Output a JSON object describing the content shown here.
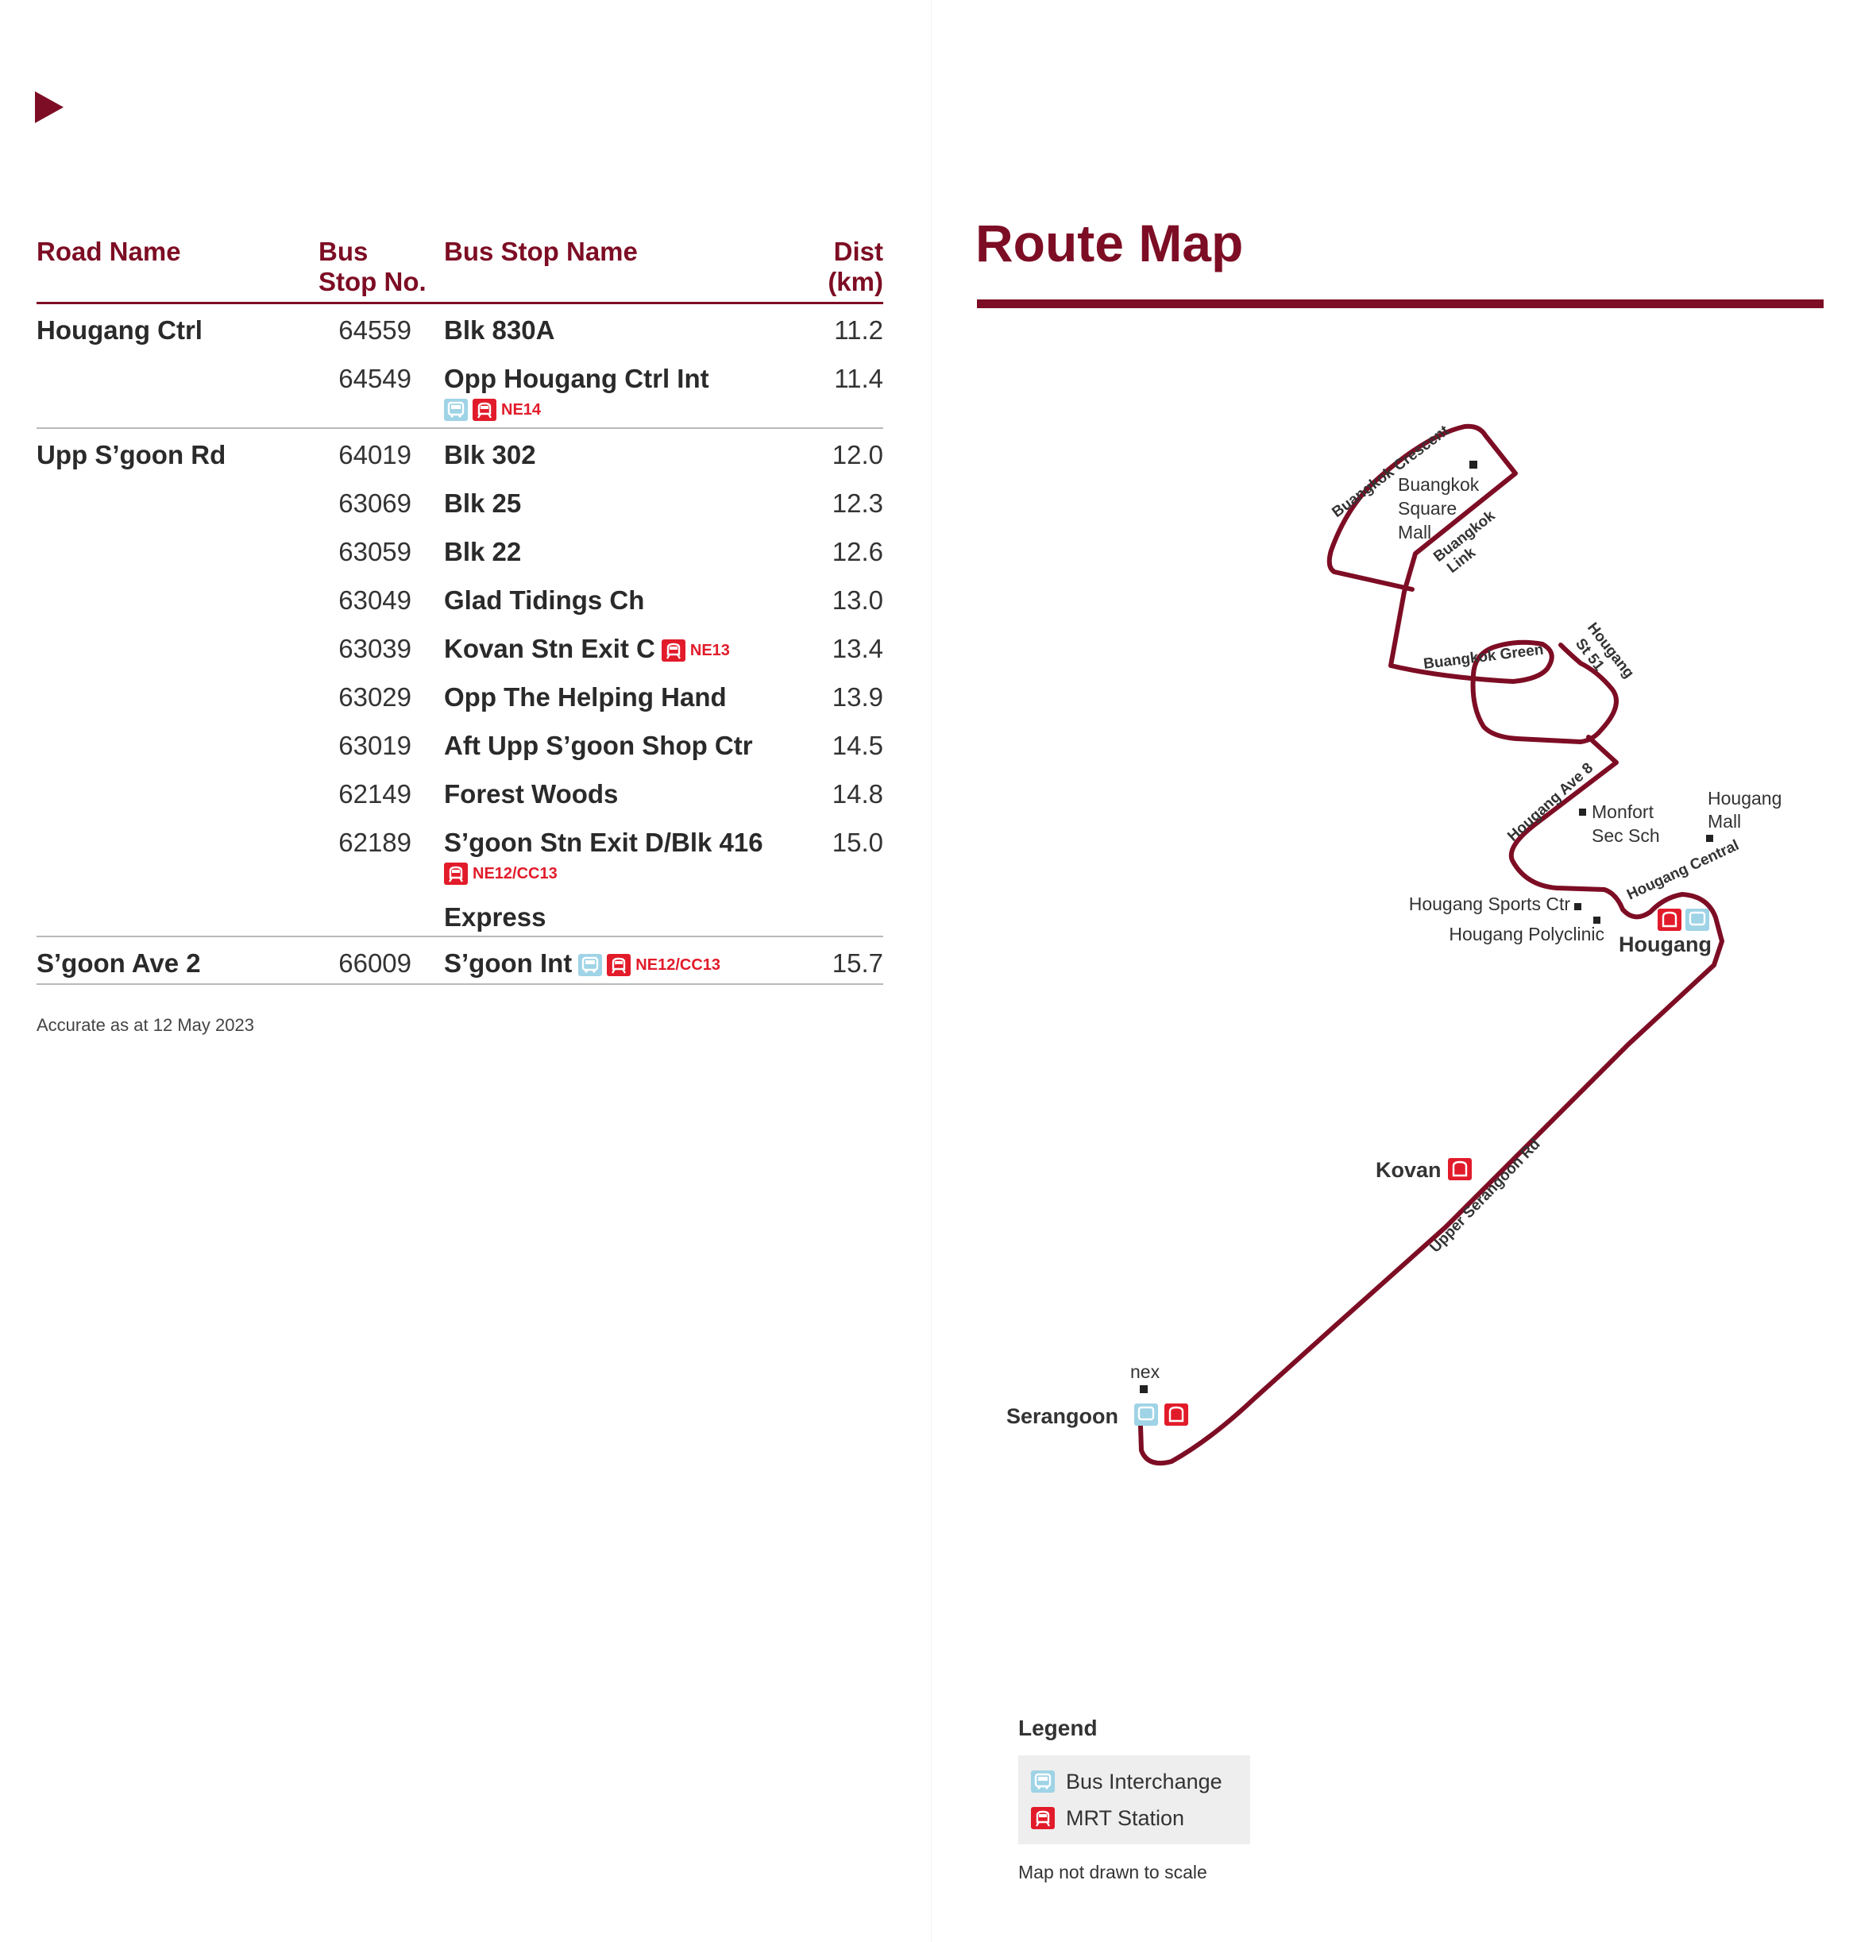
{
  "table": {
    "headers": {
      "road_name": "Road Name",
      "bus_stop_no": "Bus\nStop No.",
      "bus_stop_name": "Bus Stop Name",
      "dist": "Dist\n(km)"
    },
    "groups": [
      {
        "road": "Hougang Ctrl",
        "stops": [
          {
            "no": "64559",
            "name": "Blk 830A",
            "dist": "11.2"
          },
          {
            "no": "64549",
            "name": "Opp Hougang Ctrl Int",
            "dist": "11.4",
            "icons": [
              "bus-interchange",
              "mrt-station"
            ],
            "code": "NE14"
          }
        ]
      },
      {
        "road": "Upp S’goon Rd",
        "stops": [
          {
            "no": "64019",
            "name": "Blk 302",
            "dist": "12.0"
          },
          {
            "no": "63069",
            "name": "Blk 25",
            "dist": "12.3"
          },
          {
            "no": "63059",
            "name": "Blk 22",
            "dist": "12.6"
          },
          {
            "no": "63049",
            "name": "Glad Tidings Ch",
            "dist": "13.0"
          },
          {
            "no": "63039",
            "name": "Kovan Stn Exit C",
            "dist": "13.4",
            "icons": [
              "mrt-station"
            ],
            "code": "NE13"
          },
          {
            "no": "63029",
            "name": "Opp The Helping Hand",
            "dist": "13.9"
          },
          {
            "no": "63019",
            "name": "Aft Upp S’goon Shop Ctr",
            "dist": "14.5"
          },
          {
            "no": "62149",
            "name": "Forest Woods",
            "dist": "14.8"
          },
          {
            "no": "62189",
            "name": "S’goon Stn Exit D/Blk 416",
            "dist": "15.0",
            "icons": [
              "mrt-station"
            ],
            "code": "NE12/CC13"
          }
        ],
        "express_label": "Express"
      },
      {
        "road": "S’goon Ave 2",
        "stops": [
          {
            "no": "66009",
            "name": "S’goon Int",
            "dist": "15.7",
            "icons": [
              "bus-interchange",
              "mrt-station"
            ],
            "code": "NE12/CC13"
          }
        ]
      }
    ],
    "footnote": "Accurate as at 12 May 2023"
  },
  "map": {
    "title": "Route Map",
    "route_color": "#7d0d24",
    "streets": {
      "buangkok_crescent": "Buangkok Crescent",
      "buangkok_link_1": "Buangkok",
      "buangkok_link_2": "Link",
      "buangkok_green": "Buangkok Green",
      "hougang_st51_1": "Hougang",
      "hougang_st51_2": "St 51",
      "hougang_ave8": "Hougang Ave 8",
      "hougang_central": "Hougang Central",
      "upper_serangoon_rd": "Upper Serangoon Rd"
    },
    "places": {
      "buangkok_square_mall_1": "Buangkok",
      "buangkok_square_mall_2": "Square",
      "buangkok_square_mall_3": "Mall",
      "monfort_1": "Monfort",
      "monfort_2": "Sec Sch",
      "hougang_mall_1": "Hougang",
      "hougang_mall_2": "Mall",
      "hougang_sports_ctr": "Hougang Sports Ctr",
      "hougang_polyclinic": "Hougang Polyclinic",
      "nex": "nex"
    },
    "stations": {
      "hougang": "Hougang",
      "kovan": "Kovan",
      "serangoon": "Serangoon"
    }
  },
  "legend": {
    "title": "Legend",
    "items": [
      {
        "icon": "bus-interchange",
        "label": "Bus Interchange"
      },
      {
        "icon": "mrt-station",
        "label": "MRT Station"
      }
    ],
    "note": "Map not drawn to scale"
  },
  "colors": {
    "accent": "#7d0d24",
    "mrt": "#e21b2a",
    "bus_interchange": "#9fd3e6"
  }
}
